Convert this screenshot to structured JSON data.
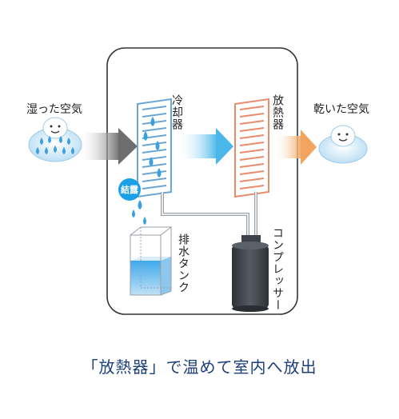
{
  "labels": {
    "humid_air": "湿った空気",
    "evaporator": "冷却器",
    "condenser": "放熱器",
    "dry_air": "乾いた空気",
    "condensation": "結露",
    "drain_tank": "排水タンク",
    "compressor": "コンプレッサー"
  },
  "caption": "「放熱器」で温めて室内へ放出",
  "colors": {
    "frame": "#333333",
    "evaporator": "#6aa6d6",
    "condenser": "#e88c6c",
    "water": "#3aa0e0",
    "compressor": "#3c4248",
    "caption": "#1d3f7a"
  },
  "icons": {
    "humid_air": "humid-air-cloud-icon",
    "dry_air": "dry-air-cloud-icon"
  }
}
